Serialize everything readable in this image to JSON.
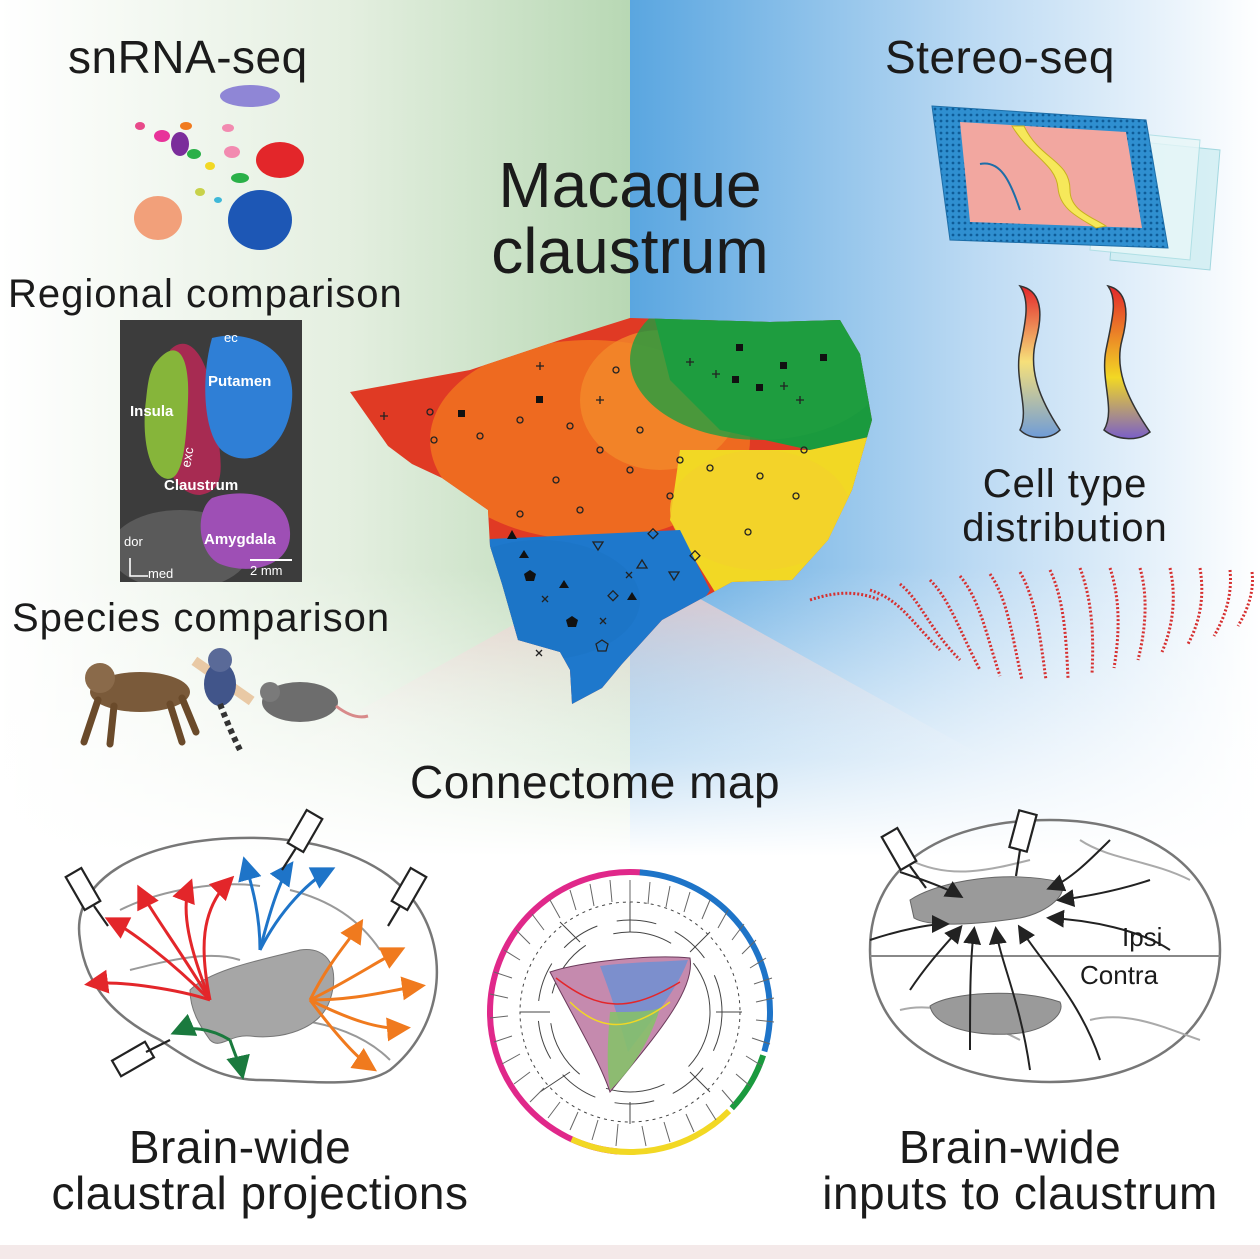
{
  "title_top": "Macaque",
  "title_bottom": "claustrum",
  "sections": {
    "snrna": "snRNA-seq",
    "stereo": "Stereo-seq",
    "regional": "Regional comparison",
    "species": "Species comparison",
    "celltype_line1": "Cell type",
    "celltype_line2": "distribution",
    "connectome": "Connectome map",
    "projections_line1": "Brain-wide",
    "projections_line2": "claustral projections",
    "inputs_line1": "Brain-wide",
    "inputs_line2": "inputs to claustrum"
  },
  "mri_labels": {
    "ec": "ec",
    "insula": "Insula",
    "putamen": "Putamen",
    "exc": "exc",
    "claustrum": "Claustrum",
    "amygdala": "Amygdala",
    "dor": "dor",
    "med": "med",
    "scale": "2 mm"
  },
  "input_labels": {
    "ipsi": "Ipsi",
    "contra": "Contra"
  },
  "colors": {
    "red": "#e3262a",
    "orange": "#f07a1e",
    "yellow": "#f2d824",
    "green": "#1a9a3e",
    "blue": "#1e74c8",
    "magenta": "#e0288a",
    "bg_green": "#cde4c8",
    "bg_blue": "#6fb0e2"
  }
}
